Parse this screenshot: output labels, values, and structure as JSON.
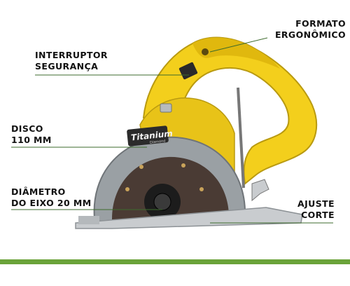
{
  "labels": {
    "formato": [
      "FORMATO",
      "ERGONÔMICO"
    ],
    "interruptor": [
      "INTERRUPTOR",
      "SEGURANÇA"
    ],
    "disco": [
      "DISCO",
      "110 MM"
    ],
    "diametro": [
      "DIÂMETRO",
      "DO EIXO 20 MM"
    ],
    "ajuste": [
      "AJUSTE",
      "CORTE"
    ]
  },
  "brand": {
    "name": "Titanium",
    "sub": "Diamond"
  },
  "colors": {
    "body_yellow": "#f3cf1c",
    "guard_gray": "#9aa0a4",
    "base_metal": "#c9cccf",
    "leader_line": "#3d6b2c",
    "accent_bar": "#6aa33a"
  }
}
